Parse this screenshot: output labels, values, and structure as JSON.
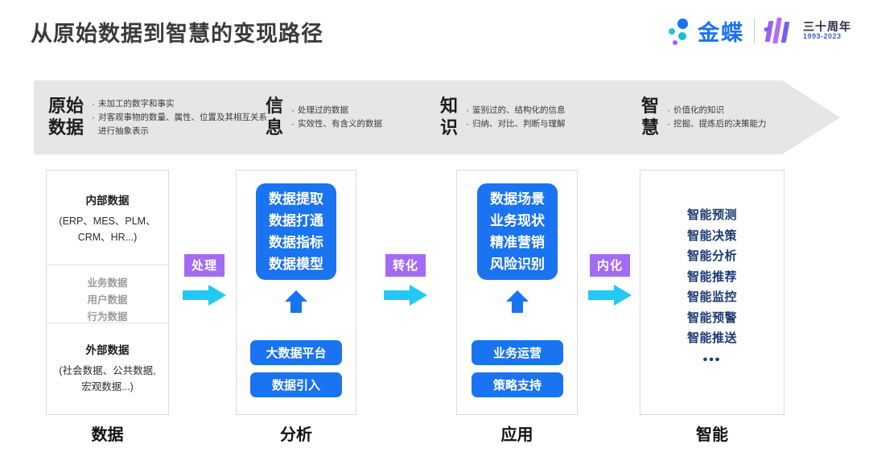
{
  "header": {
    "title": "从原始数据到智慧的变现路径",
    "brand_name": "金蝶",
    "anniversary_cn": "三十周年",
    "anniversary_years": "1993-2023"
  },
  "banner": {
    "segments": [
      {
        "title": "原始\n数据",
        "bullets": [
          "未加工的数字和事实",
          "对客观事物的数量、属性、位置及其相互关系进行抽象表示"
        ]
      },
      {
        "title": "信\n息",
        "bullets": [
          "处理过的数据",
          "实效性、有含义的数据"
        ]
      },
      {
        "title": "知\n识",
        "bullets": [
          "鉴别过的、结构化的信息",
          "归纳、对比、判断与理解"
        ]
      },
      {
        "title": "智\n慧",
        "bullets": [
          "价值化的知识",
          "挖掘、提炼后的决策能力"
        ]
      }
    ]
  },
  "columns": [
    {
      "footer": "数据",
      "internal_title": "内部数据",
      "internal_detail": "(ERP、MES、PLM、\nCRM、HR...)",
      "middle_items": [
        "业务数据",
        "用户数据",
        "行为数据"
      ],
      "external_title": "外部数据",
      "external_detail": "(社会数据、公共数据,\n宏观数据...)"
    },
    {
      "footer": "分析",
      "box_lines": "数据提取\n数据打通\n数据指标\n数据模型",
      "pills": [
        "大数据平台",
        "数据引入"
      ]
    },
    {
      "footer": "应用",
      "box_lines": "数据场景\n业务现状\n精准营销\n风险识别",
      "pills": [
        "业务运营",
        "策略支持"
      ]
    },
    {
      "footer": "智能",
      "items": [
        "智能预测",
        "智能决策",
        "智能分析",
        "智能推荐",
        "智能监控",
        "智能预警",
        "智能推送"
      ],
      "ellipsis": "•••"
    }
  ],
  "connectors": [
    {
      "label": "处理"
    },
    {
      "label": "转化"
    },
    {
      "label": "内化"
    }
  ],
  "colors": {
    "accent_blue": "#1a73f0",
    "badge_purple": "#a36bf5",
    "arrow_cyan": "#22c9f5",
    "banner_gray": "#e6e6e6",
    "smart_navy": "#1b3a73"
  }
}
